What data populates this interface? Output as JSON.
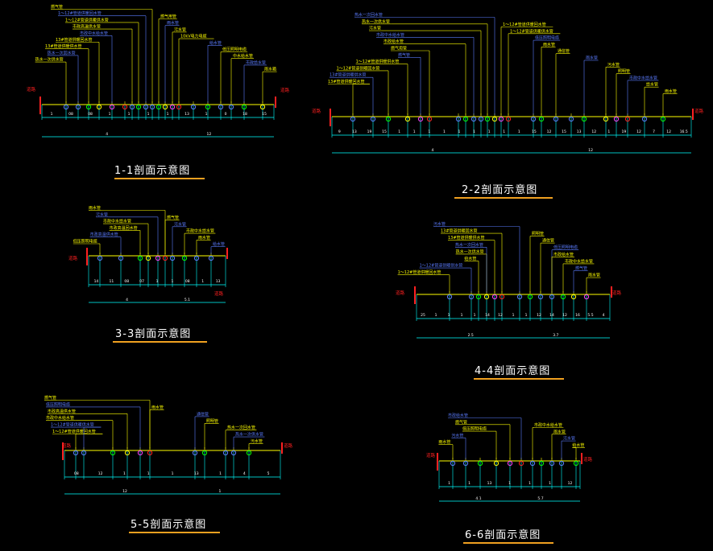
{
  "sections": [
    {
      "title": "1-1剖面示意图",
      "labels": [
        "热水一次供水管",
        "热水一次回水管",
        "13#管道供暖供水管",
        "13#管道供暖回水管",
        "市政中水给水管",
        "市政高温供水管",
        "1～12#管道供暖供水管",
        "1～12#管道供暖回水管",
        "燃气管",
        "燃气用管",
        "雨水管",
        "污水管",
        "10kV电力电缆",
        "给水管",
        "低压照明电缆",
        "中水给水管",
        "市政给水管",
        "雨水箱"
      ],
      "dims": [
        "1",
        "08",
        "08",
        "1",
        "1",
        "1",
        "1",
        "13",
        "1",
        "0",
        "18",
        "15",
        "4",
        "12"
      ]
    },
    {
      "title": "2-2剖面示意图",
      "labels": [
        "13#管道供暖回水管",
        "13#管道供暖供水管",
        "1～12#管道供暖回水管",
        "1～12#管道供暖供水管",
        "燃气管",
        "燃气用管",
        "市政给水管",
        "市政中水给水管",
        "污水管",
        "热水一次供水管",
        "热水一次回水管",
        "1～12#管道供暖回水管",
        "1～12#管道供暖供水管",
        "低压照明电缆",
        "雨水管",
        "通信管",
        "雨水管",
        "污水管",
        "照明管",
        "市政中水给水管",
        "给水管",
        "雨水管"
      ],
      "dims": [
        "9",
        "13",
        "19",
        "15",
        "1",
        "1",
        "1",
        "1",
        "1",
        "1",
        "1",
        "1",
        "1",
        "15",
        "12",
        "15",
        "13",
        "12",
        "1",
        "19",
        "12",
        "7",
        "12",
        "16.5",
        "4",
        "12"
      ]
    },
    {
      "title": "3-3剖面示意图",
      "labels": [
        "低压照明电缆",
        "市政高温供水管",
        "市政高温回水管",
        "市政中水给水管",
        "污水管",
        "雨水管",
        "燃气管",
        "污水管",
        "市政中水给水管",
        "雨水管",
        "给水管"
      ],
      "dims": [
        "14",
        "11",
        "08",
        "07",
        "1",
        "1",
        "08",
        "1",
        "13",
        "4",
        "5.1"
      ]
    },
    {
      "title": "4-4剖面示意图",
      "labels": [
        "1～12#管道供暖回水管",
        "1～12#管道供暖供水管",
        "给水管",
        "热水一次供水管",
        "热水一次回水管",
        "13#管道供暖供水管",
        "13#管道供暖回水管",
        "污水管",
        "照明管",
        "通信管",
        "低压照明电缆",
        "市政给水管",
        "市政中水给水管",
        "燃气管",
        "雨水管"
      ],
      "dims": [
        "25",
        "1",
        "1",
        "1",
        "1",
        "14",
        "12",
        "1",
        "1",
        "12",
        "14",
        "12",
        "16",
        "5.5",
        "4",
        "2.5",
        "3.7"
      ]
    },
    {
      "title": "5-5剖面示意图",
      "labels": [
        "1～12#管道供暖回水管",
        "1～12#管道供暖供水管",
        "市政中水给水管",
        "市政高温供水管",
        "低压照明电缆",
        "燃气管",
        "雨水管",
        "通信管",
        "照明管",
        "热水一次回水管",
        "热水一次供水管",
        "污水管"
      ],
      "dims": [
        "08",
        "12",
        "1",
        "1",
        "1",
        "13",
        "1",
        "4",
        "5",
        "12",
        "1"
      ]
    },
    {
      "title": "6-6剖面示意图",
      "labels": [
        "雨水管",
        "污水管",
        "低压照明电缆",
        "燃气管",
        "市政给水管",
        "市政中水给水管",
        "雨水管",
        "污水管",
        "给水管"
      ],
      "dims": [
        "1",
        "1",
        "13",
        "1",
        "1",
        "1",
        "12",
        "4.1",
        "5.7"
      ]
    }
  ],
  "edge_labels": [
    "道路",
    "道路",
    "道路",
    "道路",
    "道路",
    "道路",
    "道路",
    "道路",
    "道路",
    "道路"
  ],
  "colors": {
    "yellow": "#ffff00",
    "blue": "#5b7cff",
    "magenta": "#ff40ff",
    "red": "#ff2020",
    "cyan": "#00ffff",
    "green": "#00ff00",
    "white": "#ffffff",
    "orange": "#f0a020"
  }
}
